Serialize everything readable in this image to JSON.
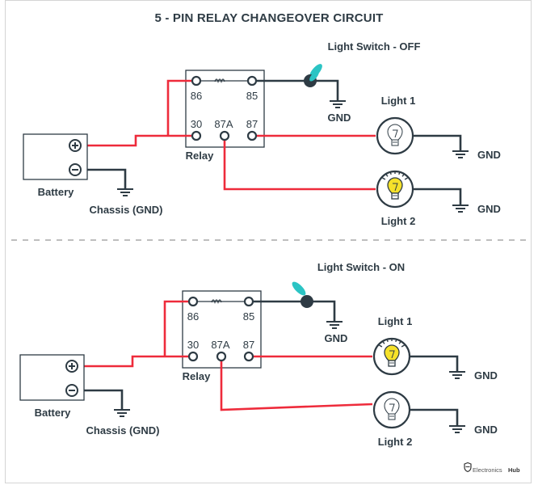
{
  "title": "5 - PIN RELAY CHANGEOVER CIRCUIT",
  "colors": {
    "wire_live": "#ee2b3b",
    "wire_ground": "#2e3b44",
    "switch_lever": "#2bc4c4",
    "bulb_lit": "#f5e12a",
    "text": "#2e3b44",
    "divider": "#a8a8a8"
  },
  "panels": [
    {
      "switch_label": "Light Switch - OFF",
      "switch_state": "OFF",
      "relay_label": "Relay",
      "pins": {
        "p86": "86",
        "p85": "85",
        "p30": "30",
        "p87a": "87A",
        "p87": "87"
      },
      "battery_label": "Battery",
      "chassis_label": "Chassis (GND)",
      "switch_gnd_label": "GND",
      "light1": {
        "label": "Light 1",
        "lit": false,
        "gnd_label": "GND"
      },
      "light2": {
        "label": "Light 2",
        "lit": true,
        "gnd_label": "GND"
      }
    },
    {
      "switch_label": "Light Switch - ON",
      "switch_state": "ON",
      "relay_label": "Relay",
      "pins": {
        "p86": "86",
        "p85": "85",
        "p30": "30",
        "p87a": "87A",
        "p87": "87"
      },
      "battery_label": "Battery",
      "chassis_label": "Chassis (GND)",
      "switch_gnd_label": "GND",
      "light1": {
        "label": "Light 1",
        "lit": true,
        "gnd_label": "GND"
      },
      "light2": {
        "label": "Light 2",
        "lit": false,
        "gnd_label": "GND"
      }
    }
  ],
  "watermark": {
    "brand_light": "Electronics",
    "brand_bold": "Hub",
    "icon": "shield-icon"
  }
}
